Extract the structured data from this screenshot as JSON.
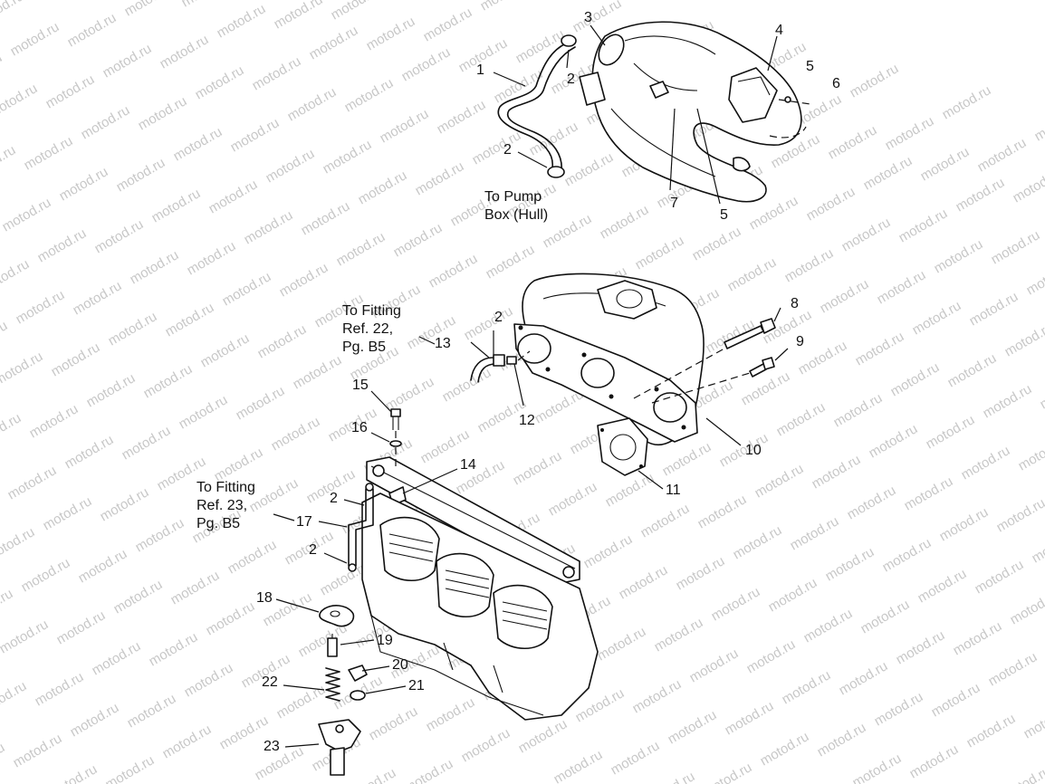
{
  "watermark": {
    "text": "motod.ru",
    "color": "#c8c8c8"
  },
  "notes": {
    "pump": [
      "To Pump",
      "Box (Hull)"
    ],
    "fitting22": [
      "To Fitting",
      "Ref. 22,",
      "Pg. B5"
    ],
    "fitting23": [
      "To Fitting",
      "Ref. 23,",
      "Pg. B5"
    ]
  },
  "callouts": [
    {
      "id": "c1",
      "text": "1"
    },
    {
      "id": "c2a",
      "text": "2"
    },
    {
      "id": "c3",
      "text": "3"
    },
    {
      "id": "c4",
      "text": "4"
    },
    {
      "id": "c5a",
      "text": "5"
    },
    {
      "id": "c6",
      "text": "6"
    },
    {
      "id": "c2b",
      "text": "2"
    },
    {
      "id": "c7",
      "text": "7"
    },
    {
      "id": "c5b",
      "text": "5"
    },
    {
      "id": "c8",
      "text": "8"
    },
    {
      "id": "c2c",
      "text": "2"
    },
    {
      "id": "c9",
      "text": "9"
    },
    {
      "id": "c13",
      "text": "13"
    },
    {
      "id": "c12",
      "text": "12"
    },
    {
      "id": "c10",
      "text": "10"
    },
    {
      "id": "c11",
      "text": "11"
    },
    {
      "id": "c15",
      "text": "15"
    },
    {
      "id": "c16",
      "text": "16"
    },
    {
      "id": "c14",
      "text": "14"
    },
    {
      "id": "c2d",
      "text": "2"
    },
    {
      "id": "c17",
      "text": "17"
    },
    {
      "id": "c2e",
      "text": "2"
    },
    {
      "id": "c18",
      "text": "18"
    },
    {
      "id": "c19",
      "text": "19"
    },
    {
      "id": "c20",
      "text": "20"
    },
    {
      "id": "c21",
      "text": "21"
    },
    {
      "id": "c22",
      "text": "22"
    },
    {
      "id": "c23",
      "text": "23"
    }
  ]
}
